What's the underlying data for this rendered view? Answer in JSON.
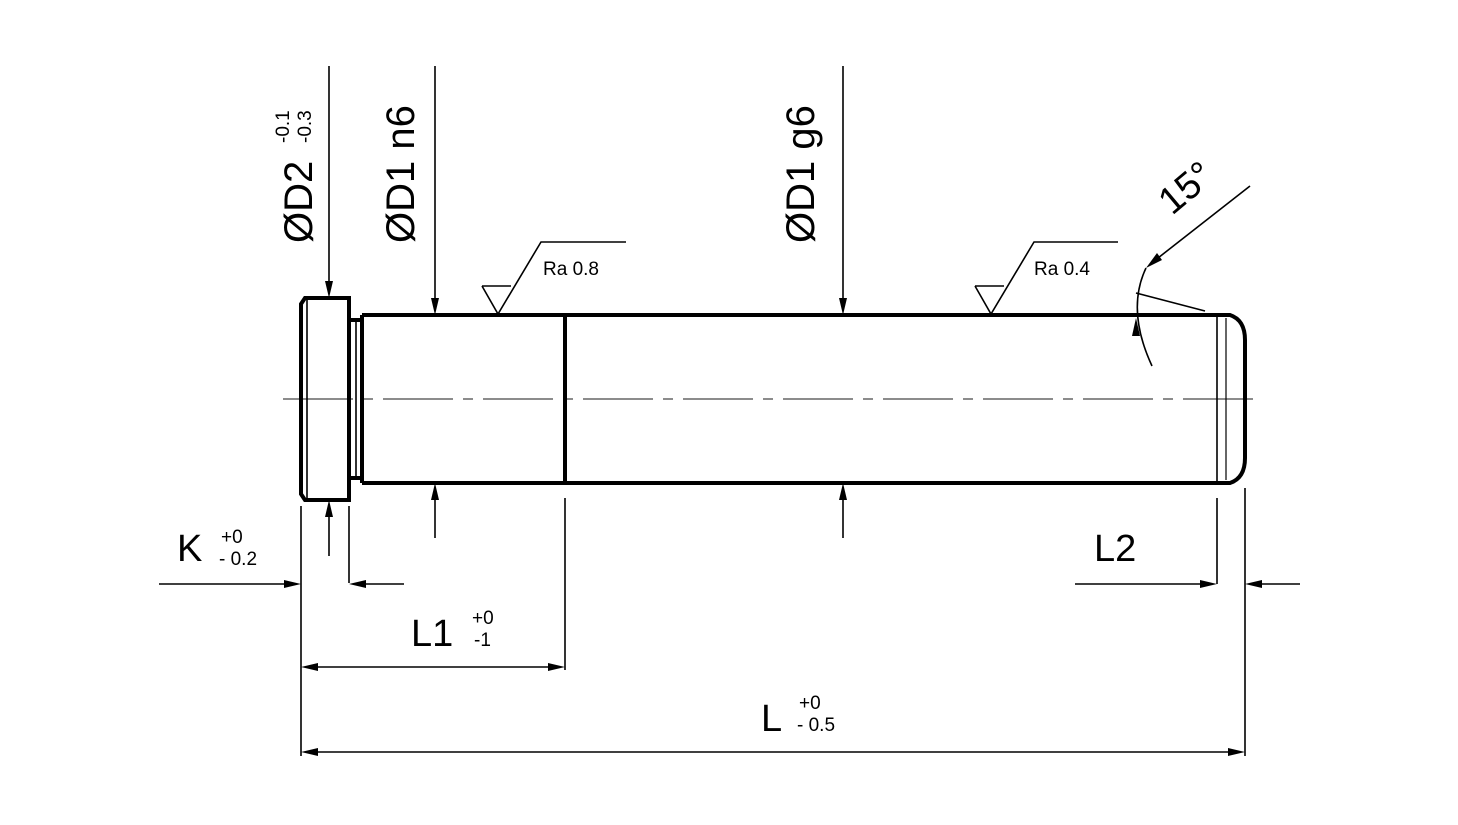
{
  "drawing": {
    "dimensions": {
      "d2": {
        "label": "ØD2",
        "tol_upper": "-0.1",
        "tol_lower": "-0.3"
      },
      "d1_n6": {
        "label": "ØD1 n6"
      },
      "d1_g6": {
        "label": "ØD1 g6"
      },
      "angle": {
        "label": "15°"
      },
      "k": {
        "label": "K",
        "tol_upper": "+0",
        "tol_lower": "- 0.2"
      },
      "l1": {
        "label": "L1",
        "tol_upper": "+0",
        "tol_lower": "-1"
      },
      "l2": {
        "label": "L2"
      },
      "l": {
        "label": "L",
        "tol_upper": "+0",
        "tol_lower": "- 0.5"
      }
    },
    "surface_finish": [
      {
        "label": "Ra 0.8"
      },
      {
        "label": "Ra 0.4"
      }
    ]
  }
}
